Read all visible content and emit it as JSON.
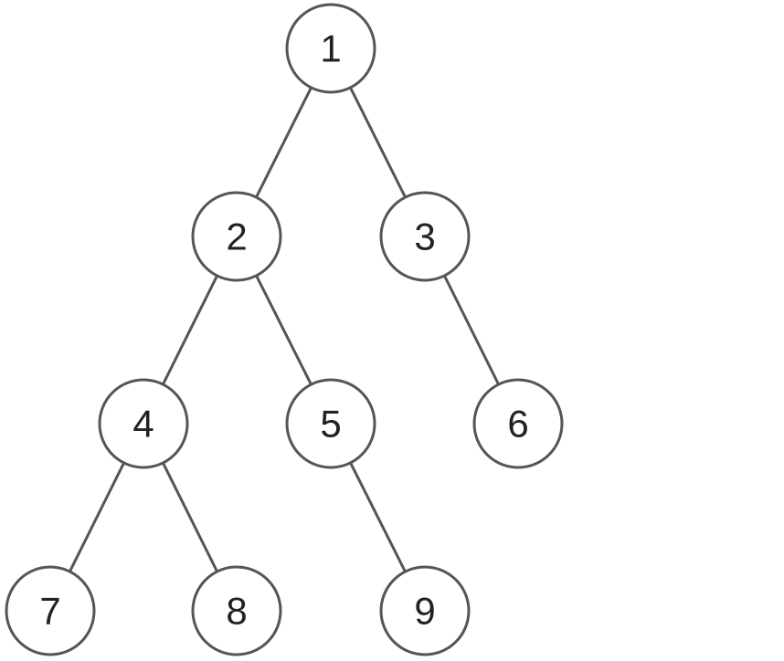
{
  "tree": {
    "nodes": [
      {
        "id": 1,
        "label": "1"
      },
      {
        "id": 2,
        "label": "2"
      },
      {
        "id": 3,
        "label": "3"
      },
      {
        "id": 4,
        "label": "4"
      },
      {
        "id": 5,
        "label": "5"
      },
      {
        "id": 6,
        "label": "6"
      },
      {
        "id": 7,
        "label": "7"
      },
      {
        "id": 8,
        "label": "8"
      },
      {
        "id": 9,
        "label": "9"
      }
    ],
    "edges": [
      {
        "from": 1,
        "to": 2
      },
      {
        "from": 1,
        "to": 3
      },
      {
        "from": 2,
        "to": 4
      },
      {
        "from": 2,
        "to": 5
      },
      {
        "from": 3,
        "to": 6
      },
      {
        "from": 4,
        "to": 7
      },
      {
        "from": 4,
        "to": 8
      },
      {
        "from": 5,
        "to": 9
      }
    ],
    "colors": {
      "stroke": "#555555",
      "text": "#222222",
      "fill": "#ffffff"
    }
  }
}
